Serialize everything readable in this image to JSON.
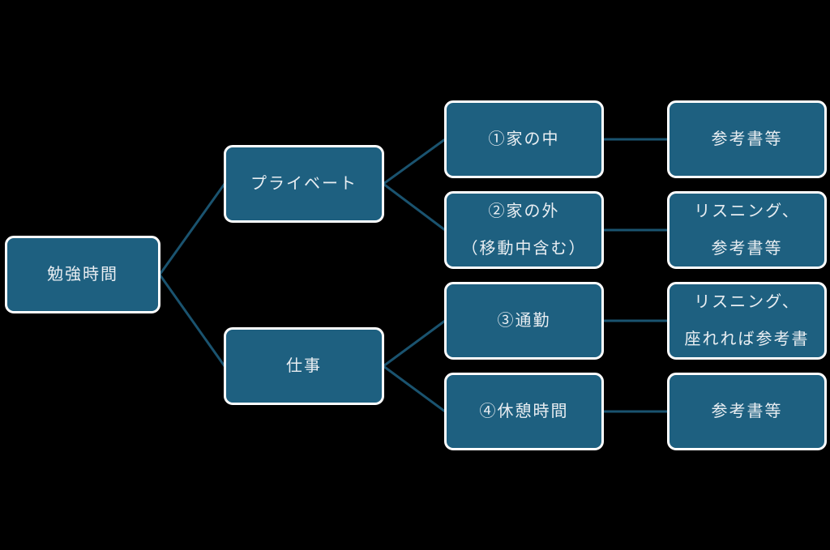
{
  "diagram": {
    "type": "tree",
    "colors": {
      "background": "#000000",
      "node_fill": "#1E6080",
      "node_border": "#FFFFFF",
      "connector": "#1A536F",
      "text": "#E9EEF2"
    },
    "nodes": {
      "root": {
        "label": "勉強時間"
      },
      "private": {
        "label": "プライベート"
      },
      "work": {
        "label": "仕事"
      },
      "home_inside": {
        "label": "①家の中"
      },
      "home_outside": {
        "label": "②家の外",
        "label2": "（移動中含む）"
      },
      "commute": {
        "label": "③通勤"
      },
      "break_time": {
        "label": "④休憩時間"
      },
      "ref_books_top": {
        "label": "参考書等"
      },
      "listening_ref": {
        "label": "リスニング、",
        "label2": "参考書等"
      },
      "listening_seated": {
        "label": "リスニング、",
        "label2": "座れれば参考書"
      },
      "ref_books_bottom": {
        "label": "参考書等"
      }
    },
    "edges": [
      {
        "from": "root",
        "to": "private"
      },
      {
        "from": "root",
        "to": "work"
      },
      {
        "from": "private",
        "to": "home_inside"
      },
      {
        "from": "private",
        "to": "home_outside"
      },
      {
        "from": "work",
        "to": "commute"
      },
      {
        "from": "work",
        "to": "break_time"
      },
      {
        "from": "home_inside",
        "to": "ref_books_top"
      },
      {
        "from": "home_outside",
        "to": "listening_ref"
      },
      {
        "from": "commute",
        "to": "listening_seated"
      },
      {
        "from": "break_time",
        "to": "ref_books_bottom"
      }
    ]
  }
}
